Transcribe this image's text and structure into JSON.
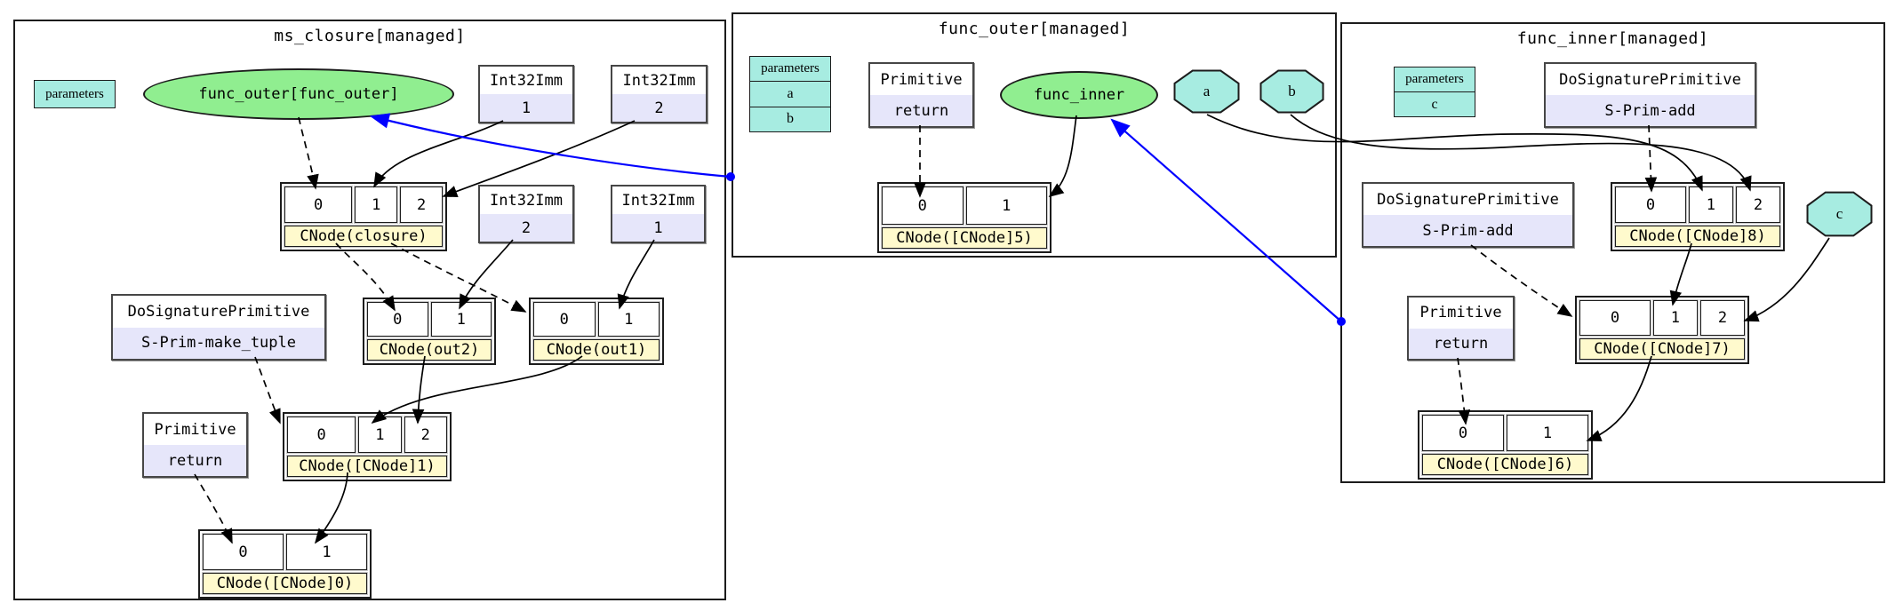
{
  "colors": {
    "funcgraph_fill": "#90ee90",
    "parameter_fill": "#a7ece1",
    "primitive_fill": "#e6e6fa",
    "primitive_header_fill": "#ffffff",
    "cnode_label_fill": "#fffacd",
    "edge": "#000000",
    "intercluster_edge": "#0000ff"
  },
  "clusters": {
    "ms_closure": {
      "title": "ms_closure[managed]",
      "nodes": {
        "parameters_box": {
          "header": "parameters"
        },
        "funcgraph": {
          "label": "func_outer[func_outer]"
        },
        "imm1_top": {
          "type": "Int32Imm",
          "value": "1"
        },
        "imm2_top": {
          "type": "Int32Imm",
          "value": "2"
        },
        "cnode_closure": {
          "cells": [
            "0",
            "1",
            "2"
          ],
          "label": "CNode(closure)"
        },
        "imm2_mid": {
          "type": "Int32Imm",
          "value": "2"
        },
        "imm1_mid": {
          "type": "Int32Imm",
          "value": "1"
        },
        "make_tuple": {
          "type": "DoSignaturePrimitive",
          "value": "S-Prim-make_tuple"
        },
        "cnode_out2": {
          "cells": [
            "0",
            "1"
          ],
          "label": "CNode(out2)"
        },
        "cnode_out1": {
          "cells": [
            "0",
            "1"
          ],
          "label": "CNode(out1)"
        },
        "cnode_1": {
          "cells": [
            "0",
            "1",
            "2"
          ],
          "label": "CNode([CNode]1)"
        },
        "prim_return": {
          "type": "Primitive",
          "value": "return"
        },
        "cnode_0": {
          "cells": [
            "0",
            "1"
          ],
          "label": "CNode([CNode]0)"
        }
      }
    },
    "func_outer": {
      "title": "func_outer[managed]",
      "nodes": {
        "parameters_table": {
          "header": "parameters",
          "rows": [
            "a",
            "b"
          ]
        },
        "prim_return": {
          "type": "Primitive",
          "value": "return"
        },
        "funcgraph": {
          "label": "func_inner"
        },
        "param_a": {
          "label": "a"
        },
        "param_b": {
          "label": "b"
        },
        "cnode_5": {
          "cells": [
            "0",
            "1"
          ],
          "label": "CNode([CNode]5)"
        }
      }
    },
    "func_inner": {
      "title": "func_inner[managed]",
      "nodes": {
        "parameters_table": {
          "header": "parameters",
          "rows": [
            "c"
          ]
        },
        "add_top": {
          "type": "DoSignaturePrimitive",
          "value": "S-Prim-add"
        },
        "cnode_8": {
          "cells": [
            "0",
            "1",
            "2"
          ],
          "label": "CNode([CNode]8)"
        },
        "param_c": {
          "label": "c"
        },
        "add_left": {
          "type": "DoSignaturePrimitive",
          "value": "S-Prim-add"
        },
        "prim_return": {
          "type": "Primitive",
          "value": "return"
        },
        "cnode_7": {
          "cells": [
            "0",
            "1",
            "2"
          ],
          "label": "CNode([CNode]7)"
        },
        "cnode_6": {
          "cells": [
            "0",
            "1"
          ],
          "label": "CNode([CNode]6)"
        }
      }
    }
  }
}
